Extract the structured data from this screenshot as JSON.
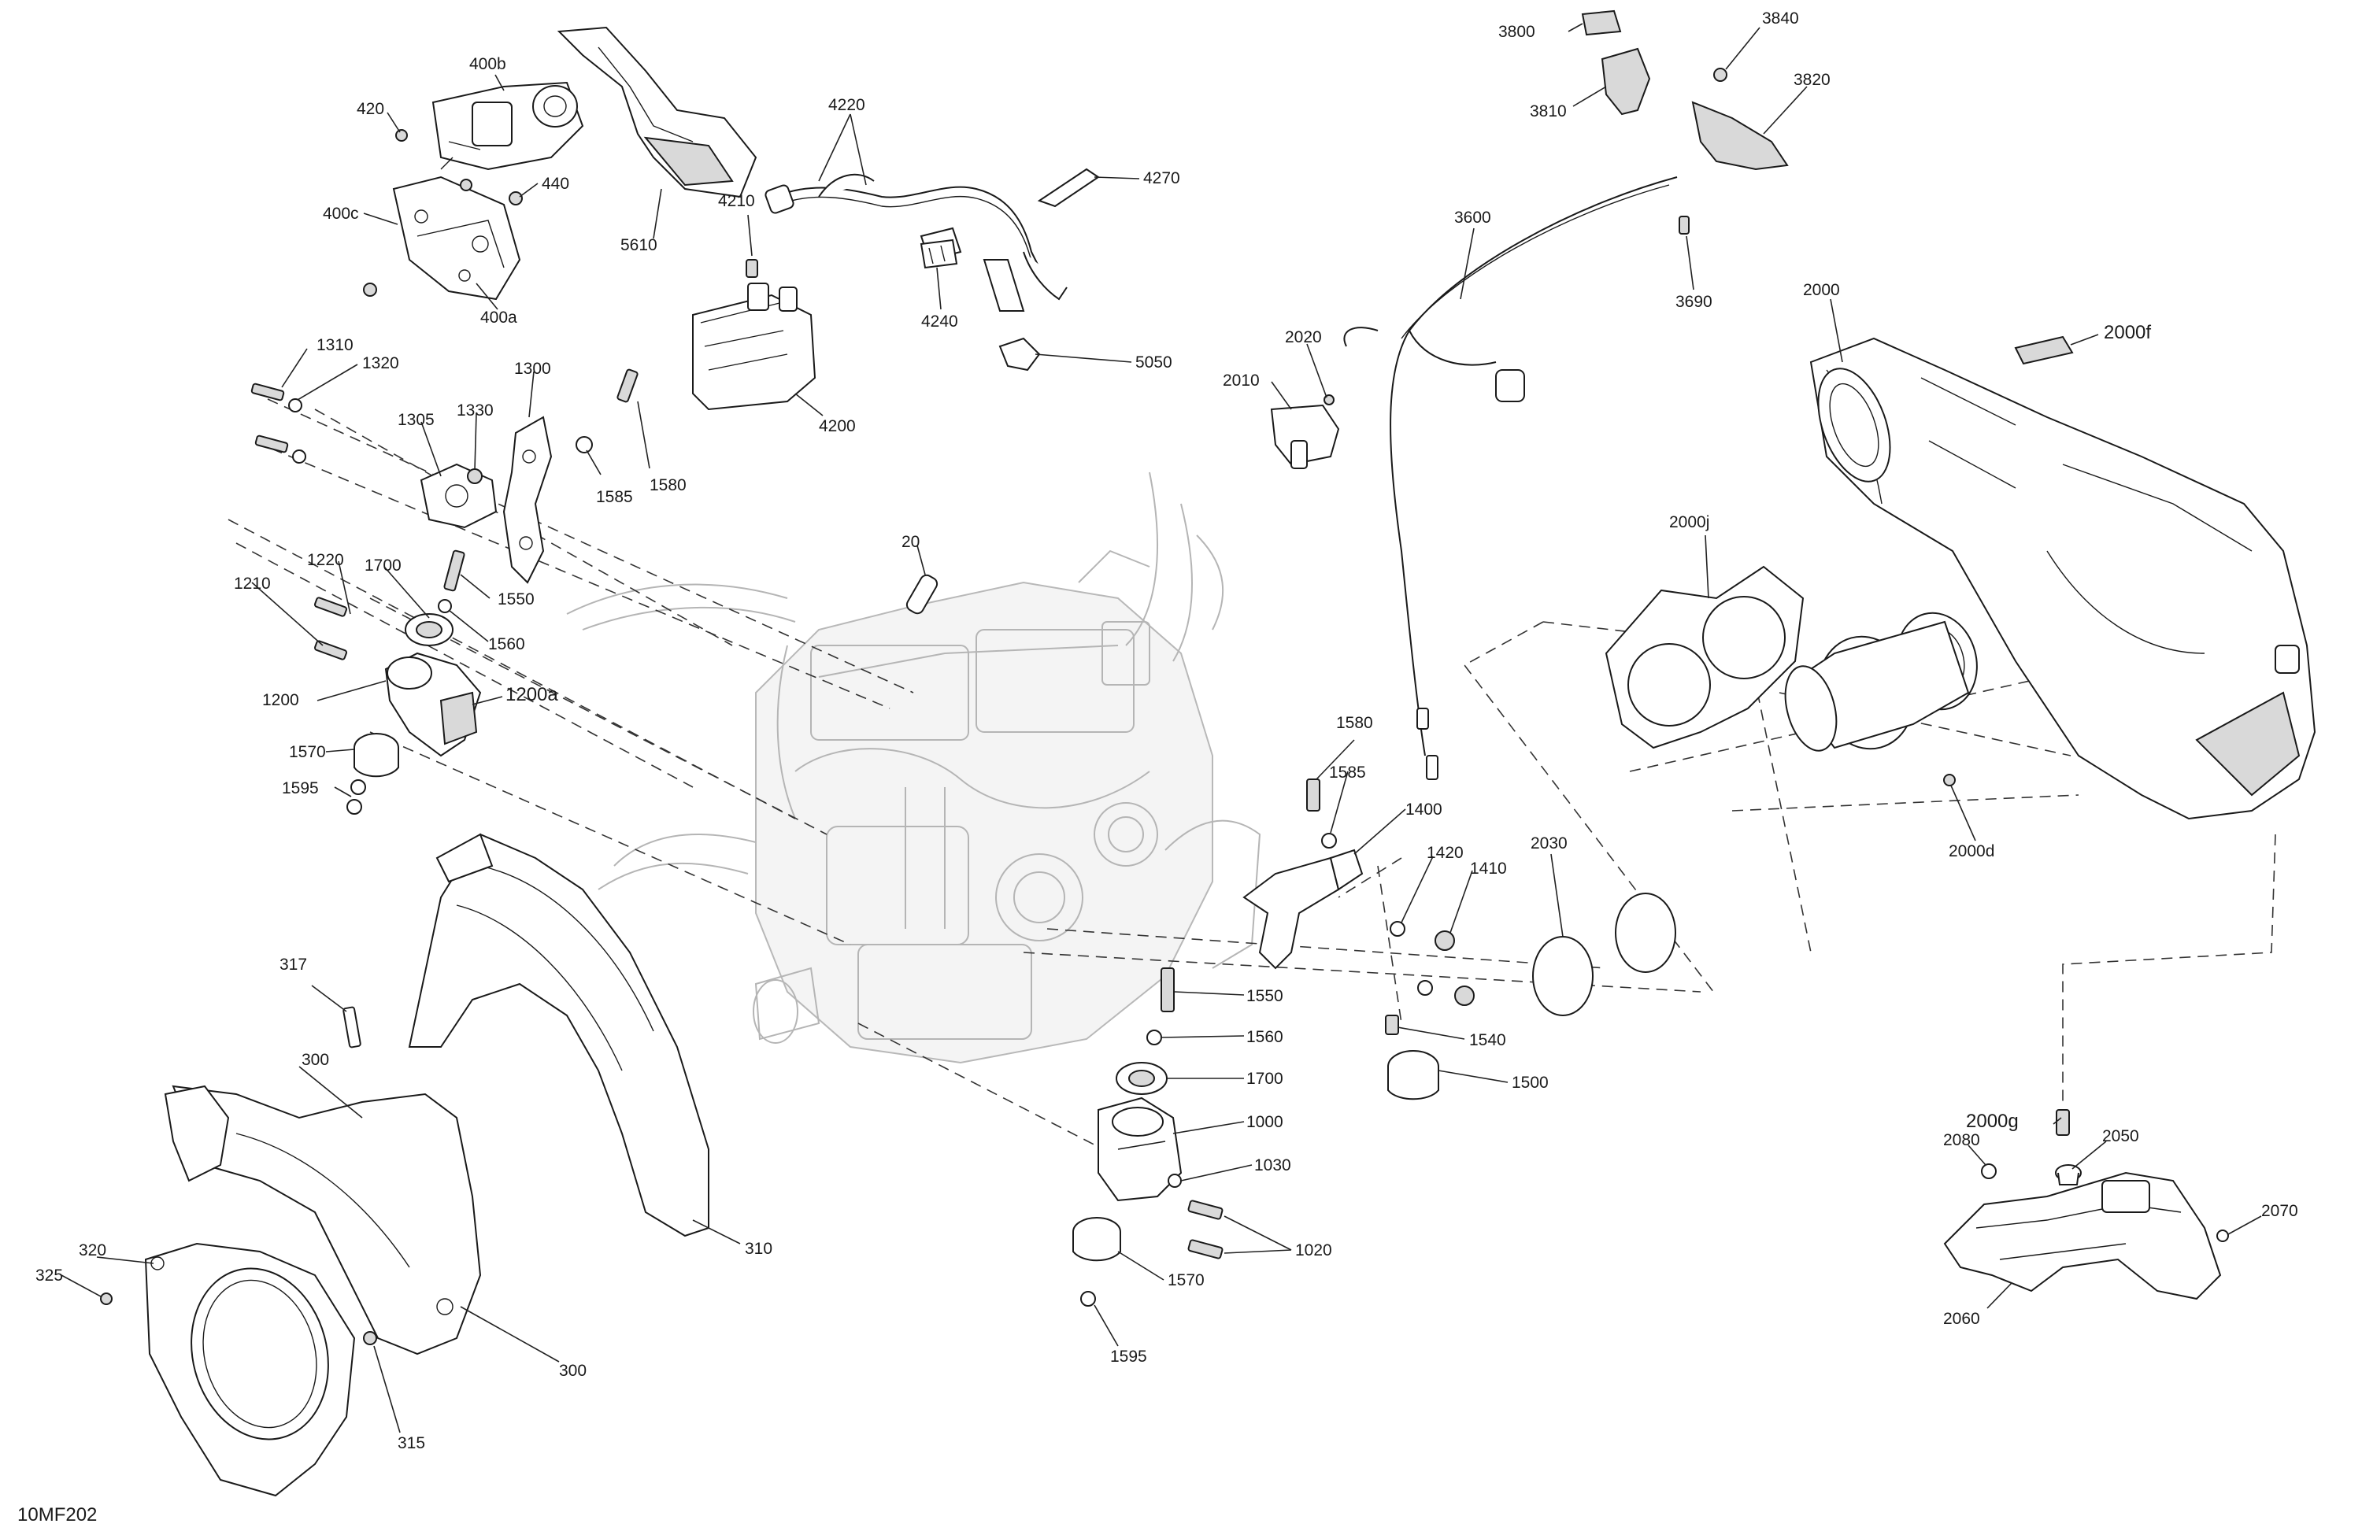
{
  "figure_code": "10MF202",
  "labels": [
    {
      "id": "l400b",
      "text": "400b"
    },
    {
      "id": "l420",
      "text": "420"
    },
    {
      "id": "l440",
      "text": "440"
    },
    {
      "id": "l400c",
      "text": "400c"
    },
    {
      "id": "l400a",
      "text": "400a"
    },
    {
      "id": "l5610",
      "text": "5610"
    },
    {
      "id": "l4220",
      "text": "4220"
    },
    {
      "id": "l4210",
      "text": "4210"
    },
    {
      "id": "l4270",
      "text": "4270"
    },
    {
      "id": "l4240",
      "text": "4240"
    },
    {
      "id": "l4200",
      "text": "4200"
    },
    {
      "id": "l5050",
      "text": "5050"
    },
    {
      "id": "l3800",
      "text": "3800"
    },
    {
      "id": "l3840",
      "text": "3840"
    },
    {
      "id": "l3810",
      "text": "3810"
    },
    {
      "id": "l3820",
      "text": "3820"
    },
    {
      "id": "l3600",
      "text": "3600"
    },
    {
      "id": "l3690",
      "text": "3690"
    },
    {
      "id": "l2000",
      "text": "2000"
    },
    {
      "id": "l2000f",
      "text": "2000f"
    },
    {
      "id": "l2020",
      "text": "2020"
    },
    {
      "id": "l2010",
      "text": "2010"
    },
    {
      "id": "l2000j",
      "text": "2000j"
    },
    {
      "id": "l2000d",
      "text": "2000d"
    },
    {
      "id": "l1310",
      "text": "1310"
    },
    {
      "id": "l1320",
      "text": "1320"
    },
    {
      "id": "l1300",
      "text": "1300"
    },
    {
      "id": "l1305",
      "text": "1305"
    },
    {
      "id": "l1330",
      "text": "1330"
    },
    {
      "id": "l1585a",
      "text": "1585"
    },
    {
      "id": "l1580a",
      "text": "1580"
    },
    {
      "id": "l1550a",
      "text": "1550"
    },
    {
      "id": "l1560a",
      "text": "1560"
    },
    {
      "id": "l1220",
      "text": "1220"
    },
    {
      "id": "l1700a",
      "text": "1700"
    },
    {
      "id": "l1210",
      "text": "1210"
    },
    {
      "id": "l1200a",
      "text": "1200a"
    },
    {
      "id": "l1200",
      "text": "1200"
    },
    {
      "id": "l1570a",
      "text": "1570"
    },
    {
      "id": "l1595a",
      "text": "1595"
    },
    {
      "id": "l20",
      "text": "20"
    },
    {
      "id": "l1580b",
      "text": "1580"
    },
    {
      "id": "l1585b",
      "text": "1585"
    },
    {
      "id": "l1400",
      "text": "1400"
    },
    {
      "id": "l1420",
      "text": "1420"
    },
    {
      "id": "l1410",
      "text": "1410"
    },
    {
      "id": "l2030",
      "text": "2030"
    },
    {
      "id": "l1540",
      "text": "1540"
    },
    {
      "id": "l1500",
      "text": "1500"
    },
    {
      "id": "l1550b",
      "text": "1550"
    },
    {
      "id": "l1560b",
      "text": "1560"
    },
    {
      "id": "l1700b",
      "text": "1700"
    },
    {
      "id": "l1000",
      "text": "1000"
    },
    {
      "id": "l1030",
      "text": "1030"
    },
    {
      "id": "l1020",
      "text": "1020"
    },
    {
      "id": "l1570b",
      "text": "1570"
    },
    {
      "id": "l1595b",
      "text": "1595"
    },
    {
      "id": "l317",
      "text": "317"
    },
    {
      "id": "l300a",
      "text": "300"
    },
    {
      "id": "l310",
      "text": "310"
    },
    {
      "id": "l320",
      "text": "320"
    },
    {
      "id": "l325",
      "text": "325"
    },
    {
      "id": "l300b",
      "text": "300"
    },
    {
      "id": "l315",
      "text": "315"
    },
    {
      "id": "l2000g",
      "text": "2000g"
    },
    {
      "id": "l2080",
      "text": "2080"
    },
    {
      "id": "l2050",
      "text": "2050"
    },
    {
      "id": "l2070",
      "text": "2070"
    },
    {
      "id": "l2060",
      "text": "2060"
    }
  ]
}
